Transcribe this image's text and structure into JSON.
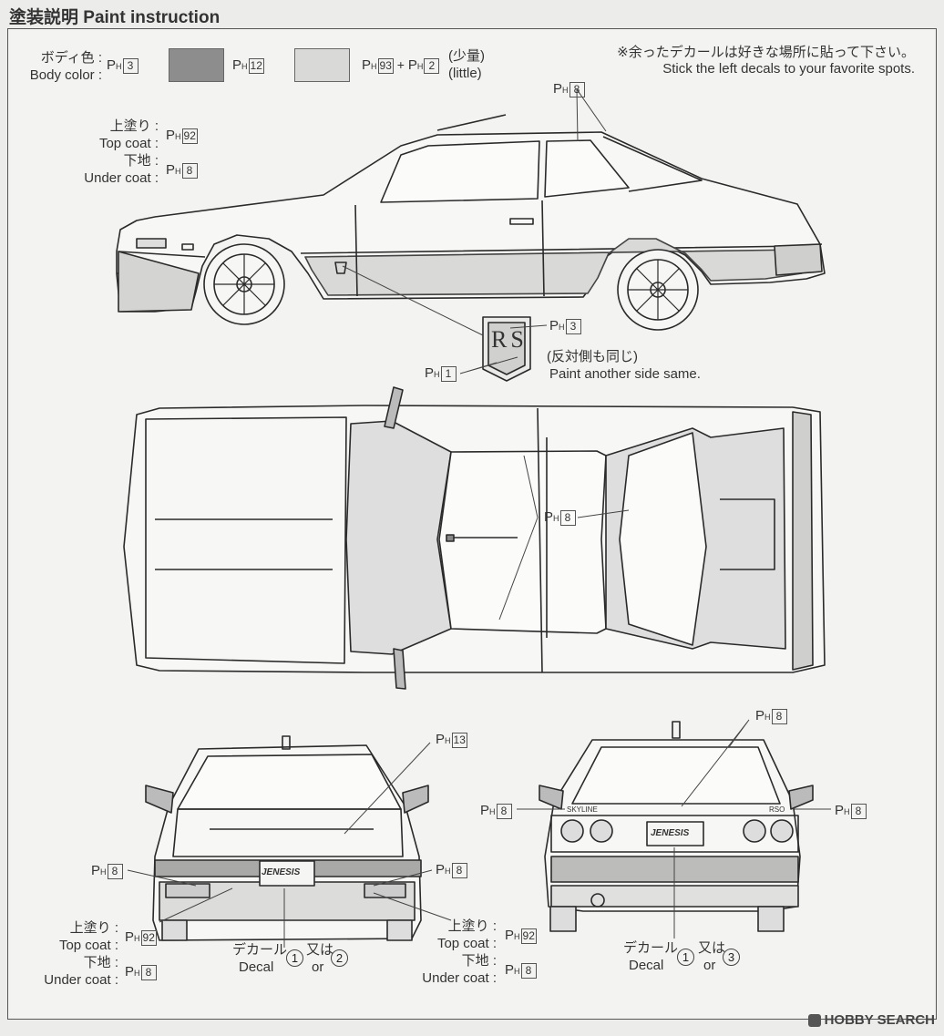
{
  "header": {
    "title": "塗装説明 Paint instruction"
  },
  "body_color": {
    "label_jp": "ボディ色 :",
    "label_en": "Body color :",
    "paint1": "3",
    "paint2": "12",
    "paint3a": "93",
    "plus": "+",
    "paint3b": "2",
    "little_jp": "(少量)",
    "little_en": "(little)",
    "swatch_dark": "#8d8d8d",
    "swatch_light": "#d9d9d7"
  },
  "note": {
    "jp": "※余ったデカールは好きな場所に貼って下さい。",
    "en": "Stick the left decals to your favorite spots."
  },
  "side_view": {
    "topcoat_jp": "上塗り :",
    "topcoat_en": "Top coat :",
    "topcoat_paint": "92",
    "undercoat_jp": "下地 :",
    "undercoat_en": "Under coat :",
    "undercoat_paint": "8",
    "window_paint": "8",
    "emblem_paint_a": "3",
    "emblem_paint_b": "1",
    "emblem_text": "RS",
    "same_jp": "(反対側も同じ)",
    "same_en": "Paint another side same."
  },
  "top_view": {
    "roof_paint": "8"
  },
  "front_view": {
    "glass_paint": "13",
    "light_paint": "8",
    "topcoat_jp": "上塗り :",
    "topcoat_en": "Top coat :",
    "topcoat_paint": "92",
    "undercoat_jp": "下地 :",
    "undercoat_en": "Under coat :",
    "undercoat_paint": "8",
    "light_paint_right": "8",
    "decal_jp": "デカール",
    "decal_en": "Decal",
    "decal_a": "1",
    "or_jp": "又は",
    "or_en": "or",
    "decal_b": "2",
    "plate_text": "JENESIS"
  },
  "front_view_right": {
    "topcoat_jp": "上塗り :",
    "topcoat_en": "Top coat :",
    "topcoat_paint": "92",
    "undercoat_jp": "下地 :",
    "undercoat_en": "Under coat :",
    "undercoat_paint": "8"
  },
  "rear_view": {
    "window_paint": "8",
    "left_paint": "8",
    "right_paint": "8",
    "skyline_text": "SKYLINE",
    "rso_text": "RSO",
    "plate_text": "JENESIS",
    "decal_jp": "デカール",
    "decal_en": "Decal",
    "decal_a": "1",
    "or_jp": "又は",
    "or_en": "or",
    "decal_b": "3"
  },
  "ph_prefix": {
    "p": "P",
    "h": "H"
  },
  "footer": {
    "brand": "HOBBY SEARCH"
  }
}
